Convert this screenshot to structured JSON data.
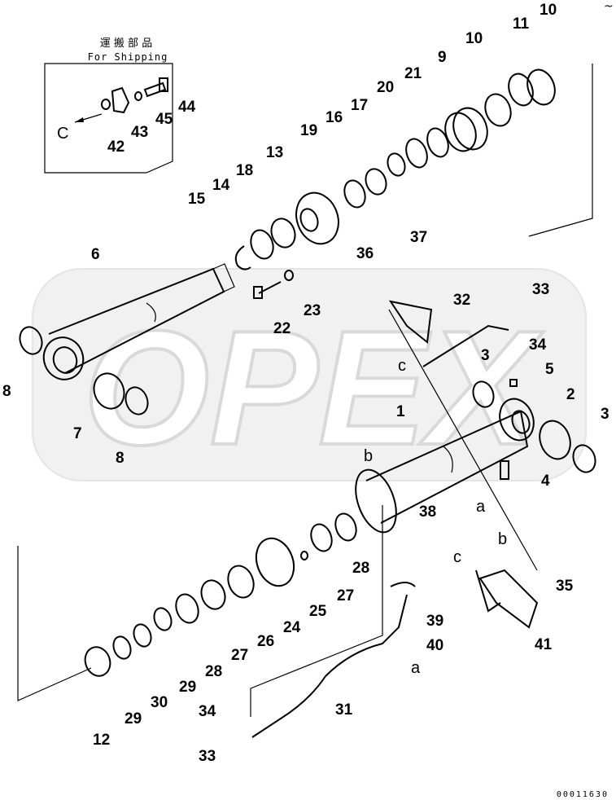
{
  "shipping_box": {
    "title_jp": "運 搬 部 品",
    "title_en": "For Shipping",
    "letter": "C"
  },
  "watermark": "OPEX",
  "corner_mark": "~",
  "doc_number": "00011630",
  "refs": {
    "a_top": "a",
    "a_bottom": "a",
    "b_left": "b",
    "b_right": "b",
    "c_upper": "c",
    "c_lower": "c"
  },
  "part_numbers": {
    "p1": "1",
    "p2": "2",
    "p3a": "3",
    "p3b": "3",
    "p4": "4",
    "p5": "5",
    "p6": "6",
    "p7": "7",
    "p8a": "8",
    "p8b": "8",
    "p9": "9",
    "p10a": "10",
    "p10b": "10",
    "p11": "11",
    "p12": "12",
    "p13": "13",
    "p14": "14",
    "p15": "15",
    "p16": "16",
    "p17": "17",
    "p18": "18",
    "p19": "19",
    "p20": "20",
    "p21": "21",
    "p22": "22",
    "p23": "23",
    "p24": "24",
    "p25": "25",
    "p26": "26",
    "p27a": "27",
    "p27b": "27",
    "p28a": "28",
    "p28b": "28",
    "p29a": "29",
    "p29b": "29",
    "p30": "30",
    "p31": "31",
    "p32": "32",
    "p33a": "33",
    "p33b": "33",
    "p34a": "34",
    "p34b": "34",
    "p35": "35",
    "p36": "36",
    "p37": "37",
    "p38": "38",
    "p39": "39",
    "p40": "40",
    "p41": "41",
    "p42": "42",
    "p43": "43",
    "p44": "44",
    "p45": "45"
  }
}
